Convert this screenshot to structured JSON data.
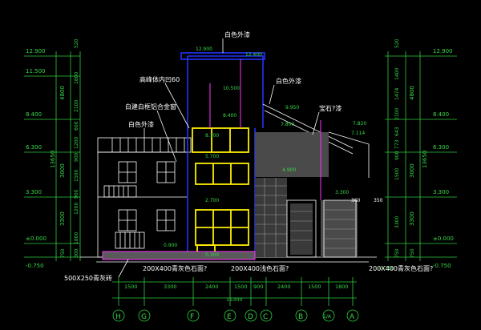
{
  "elevations_left": [
    "12.900",
    "11.500",
    "8.400",
    "6.300",
    "3.300",
    "±0.000",
    "-0.750"
  ],
  "elevations_right": [
    "12.900",
    "8.400",
    "6.300",
    "3.300",
    "±0.000",
    "-0.750"
  ],
  "left_outer_dims": [
    "4800",
    "3000",
    "3300",
    "750",
    "13650"
  ],
  "left_inner_dims": [
    "520",
    "1800",
    "2100",
    "600",
    "1200",
    "900",
    "1500",
    "900",
    "1200",
    "1800",
    "300"
  ],
  "right_outer_dims": [
    "4800",
    "3000",
    "3300",
    "750",
    "13650"
  ],
  "right_inner_dims": [
    "520",
    "1400",
    "1474",
    "2100",
    "643",
    "773",
    "900",
    "1500",
    "3300",
    "750"
  ],
  "inline_levels": [
    "12.900",
    "12.400",
    "10.500",
    "9.950",
    "8.400",
    "7.820",
    "7.800",
    "7.114",
    "8.100",
    "5.700",
    "4.900",
    "3.300",
    "2.700",
    "0.900",
    "0.300",
    "-0.750"
  ],
  "labels": {
    "white_paint_top": "白色外漆",
    "white_paint_mid": "白色外漆",
    "white_paint_left": "白色外漆",
    "railing": "高峰体内凹60",
    "aluminum": "白建白框铝合金窗",
    "stone_paint": "宝石?漆",
    "stone_bottom_left": "200X400青灰色石面?",
    "stone_bottom_mid": "200X400浅色石面?",
    "stone_bottom_right": "200X400青灰色石面?",
    "block": "500X250青灰砖",
    "dim_360": "360",
    "dim_350": "350"
  },
  "bottom_dims": [
    "1500",
    "3300",
    "2400",
    "1500",
    "900",
    "2400",
    "1500",
    "1800"
  ],
  "bottom_total": "15300",
  "axes": [
    "H",
    "G",
    "F",
    "E",
    "D",
    "C",
    "B",
    "1/A",
    "A"
  ],
  "colors": {
    "background": "#000000",
    "dimension": "#2ecc40",
    "outline": "#2233ff",
    "window": "#ffee00",
    "magenta": "#ff33ff",
    "text": "#ffffff"
  }
}
